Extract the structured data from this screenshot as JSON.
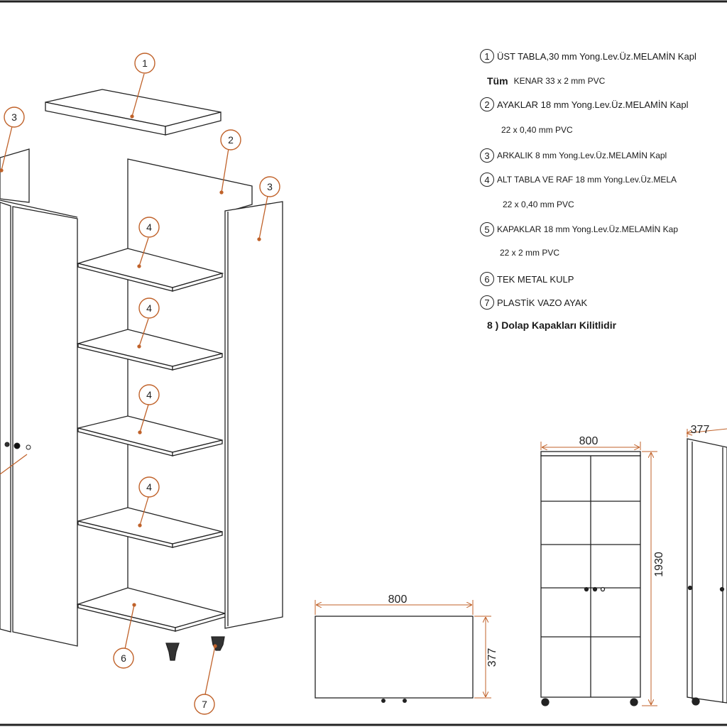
{
  "callouts": {
    "n1": "1",
    "n2": "2",
    "n3a": "3",
    "n3b": "3",
    "n4a": "4",
    "n4b": "4",
    "n4c": "4",
    "n4d": "4",
    "n6": "6",
    "n7": "7"
  },
  "spec_list": [
    {
      "num": "1",
      "text": "ÜST TABLA,30 mm Yong.Lev.Üz.MELAMİN Kapl"
    },
    {
      "prefix": "Tüm",
      "text": "KENAR 33 x 2 mm PVC"
    },
    {
      "num": "2",
      "text": "AYAKLAR 18 mm  Yong.Lev.Üz.MELAMİN Kapl"
    },
    {
      "text": "22 x 0,40 mm PVC"
    },
    {
      "num": "3",
      "text": "ARKALIK 8 mm    Yong.Lev.Üz.MELAMİN Kapl"
    },
    {
      "num": "4",
      "text": "ALT TABLA VE RAF 18 mm  Yong.Lev.Üz.MELA"
    },
    {
      "text": "22 x 0,40 mm PVC"
    },
    {
      "num": "5",
      "text": "KAPAKLAR 18 mm Yong.Lev.Üz.MELAMİN Kap"
    },
    {
      "text": "22 x 2 mm PVC"
    },
    {
      "num": "6",
      "text": "TEK METAL KULP"
    },
    {
      "num": "7",
      "text": "PLASTİK VAZO AYAK"
    }
  ],
  "note": "8 ) Dolap Kapakları Kilitlidir",
  "top_view": {
    "width_label": "800",
    "depth_label": "377"
  },
  "front_view": {
    "width_label": "800",
    "height_label": "1930"
  },
  "side_view": {
    "depth_label": "377"
  },
  "colors": {
    "callout": "#c0622a",
    "line": "#222222"
  }
}
